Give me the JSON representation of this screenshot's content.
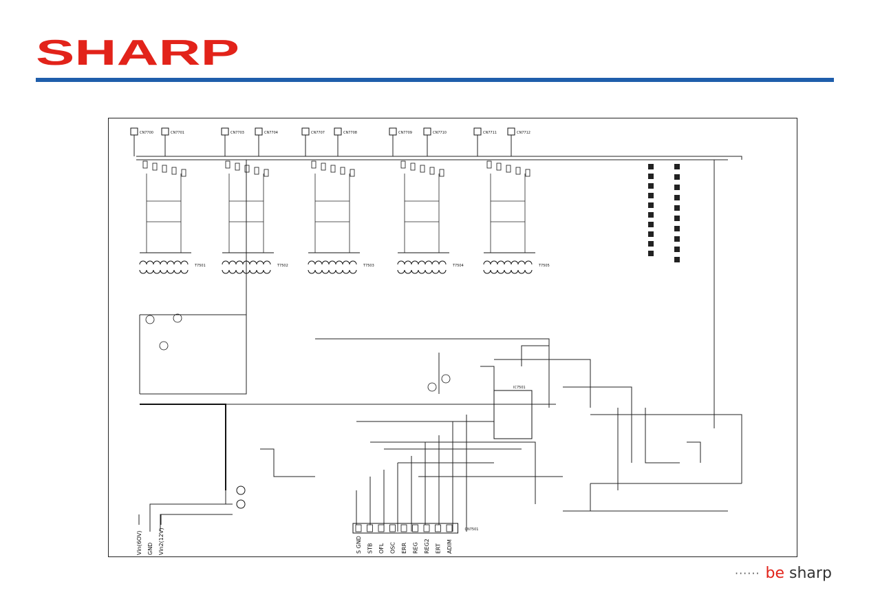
{
  "brand": {
    "logo_text": "SHARP",
    "logo_color": "#e2231a",
    "rule_color": "#1f5eab",
    "tagline_dots": "······",
    "tagline_be": "be",
    "tagline_sharp": "sharp"
  },
  "schematic": {
    "connectors": [
      "CN7700",
      "CN7701",
      "CN7703",
      "CN7704",
      "CN7707",
      "CN7708",
      "CN7709",
      "CN7710",
      "CN7711",
      "CN7712"
    ],
    "transformers": [
      "T7501",
      "T7502",
      "T7503",
      "T7504",
      "T7505"
    ],
    "ic_label": "IC7501",
    "bottom_connector": "CN7501",
    "pins": [
      "S GND",
      "STB",
      "OFL",
      "OSC",
      "ERR",
      "REG",
      "REG2",
      "ERT",
      "ADIM"
    ],
    "power_labels": [
      "Vin(6OV)",
      "GND",
      "Vin2(12V)"
    ]
  }
}
